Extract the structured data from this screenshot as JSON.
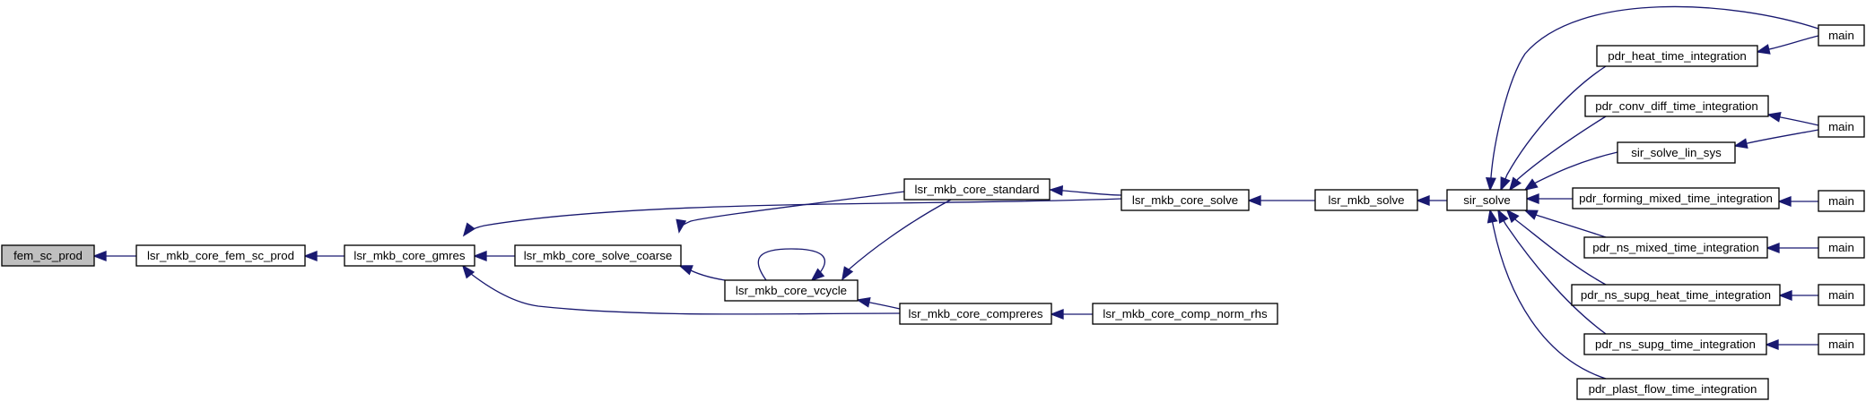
{
  "graph": {
    "nodes": {
      "fem_sc_prod": "fem_sc_prod",
      "core_fem_sc_prod": "lsr_mkb_core_fem_sc_prod",
      "core_gmres": "lsr_mkb_core_gmres",
      "core_solve_coarse": "lsr_mkb_core_solve_coarse",
      "core_vcycle": "lsr_mkb_core_vcycle",
      "core_standard": "lsr_mkb_core_standard",
      "core_compreres": "lsr_mkb_core_compreres",
      "core_comp_norm_rhs": "lsr_mkb_core_comp_norm_rhs",
      "core_solve": "lsr_mkb_core_solve",
      "mkb_solve": "lsr_mkb_solve",
      "sir_solve": "sir_solve",
      "pdr_heat": "pdr_heat_time_integration",
      "pdr_conv_diff": "pdr_conv_diff_time_integration",
      "sir_solve_lin_sys": "sir_solve_lin_sys",
      "pdr_forming": "pdr_forming_mixed_time_integration",
      "pdr_ns_mixed": "pdr_ns_mixed_time_integration",
      "pdr_ns_supg_heat": "pdr_ns_supg_heat_time_integration",
      "pdr_ns_supg": "pdr_ns_supg_time_integration",
      "pdr_plast_flow": "pdr_plast_flow_time_integration",
      "main_1": "main",
      "main_2": "main",
      "main_3": "main",
      "main_4": "main",
      "main_5": "main",
      "main_6": "main"
    },
    "edges": [
      [
        "core_fem_sc_prod",
        "fem_sc_prod"
      ],
      [
        "core_gmres",
        "core_fem_sc_prod"
      ],
      [
        "core_solve_coarse",
        "core_gmres"
      ],
      [
        "core_solve",
        "core_gmres"
      ],
      [
        "core_compreres",
        "core_gmres"
      ],
      [
        "core_standard",
        "core_solve_coarse"
      ],
      [
        "core_vcycle",
        "core_solve_coarse"
      ],
      [
        "core_vcycle",
        "core_vcycle"
      ],
      [
        "core_standard",
        "core_vcycle"
      ],
      [
        "core_compreres",
        "core_vcycle"
      ],
      [
        "core_solve",
        "core_standard"
      ],
      [
        "core_comp_norm_rhs",
        "core_compreres"
      ],
      [
        "mkb_solve",
        "core_solve"
      ],
      [
        "sir_solve",
        "mkb_solve"
      ],
      [
        "main_1",
        "sir_solve"
      ],
      [
        "pdr_heat",
        "sir_solve"
      ],
      [
        "pdr_conv_diff",
        "sir_solve"
      ],
      [
        "sir_solve_lin_sys",
        "sir_solve"
      ],
      [
        "pdr_forming",
        "sir_solve"
      ],
      [
        "pdr_ns_mixed",
        "sir_solve"
      ],
      [
        "pdr_ns_supg_heat",
        "sir_solve"
      ],
      [
        "pdr_ns_supg",
        "sir_solve"
      ],
      [
        "pdr_plast_flow",
        "sir_solve"
      ],
      [
        "main_1",
        "pdr_heat"
      ],
      [
        "main_2",
        "pdr_conv_diff"
      ],
      [
        "main_2",
        "sir_solve_lin_sys"
      ],
      [
        "main_3",
        "pdr_forming"
      ],
      [
        "main_4",
        "pdr_ns_mixed"
      ],
      [
        "main_5",
        "pdr_ns_supg_heat"
      ],
      [
        "main_6",
        "pdr_ns_supg"
      ]
    ]
  },
  "colors": {
    "edge": "#191970",
    "root_fill": "#bfbfbf",
    "node_fill": "#ffffff",
    "node_stroke": "#000000"
  }
}
